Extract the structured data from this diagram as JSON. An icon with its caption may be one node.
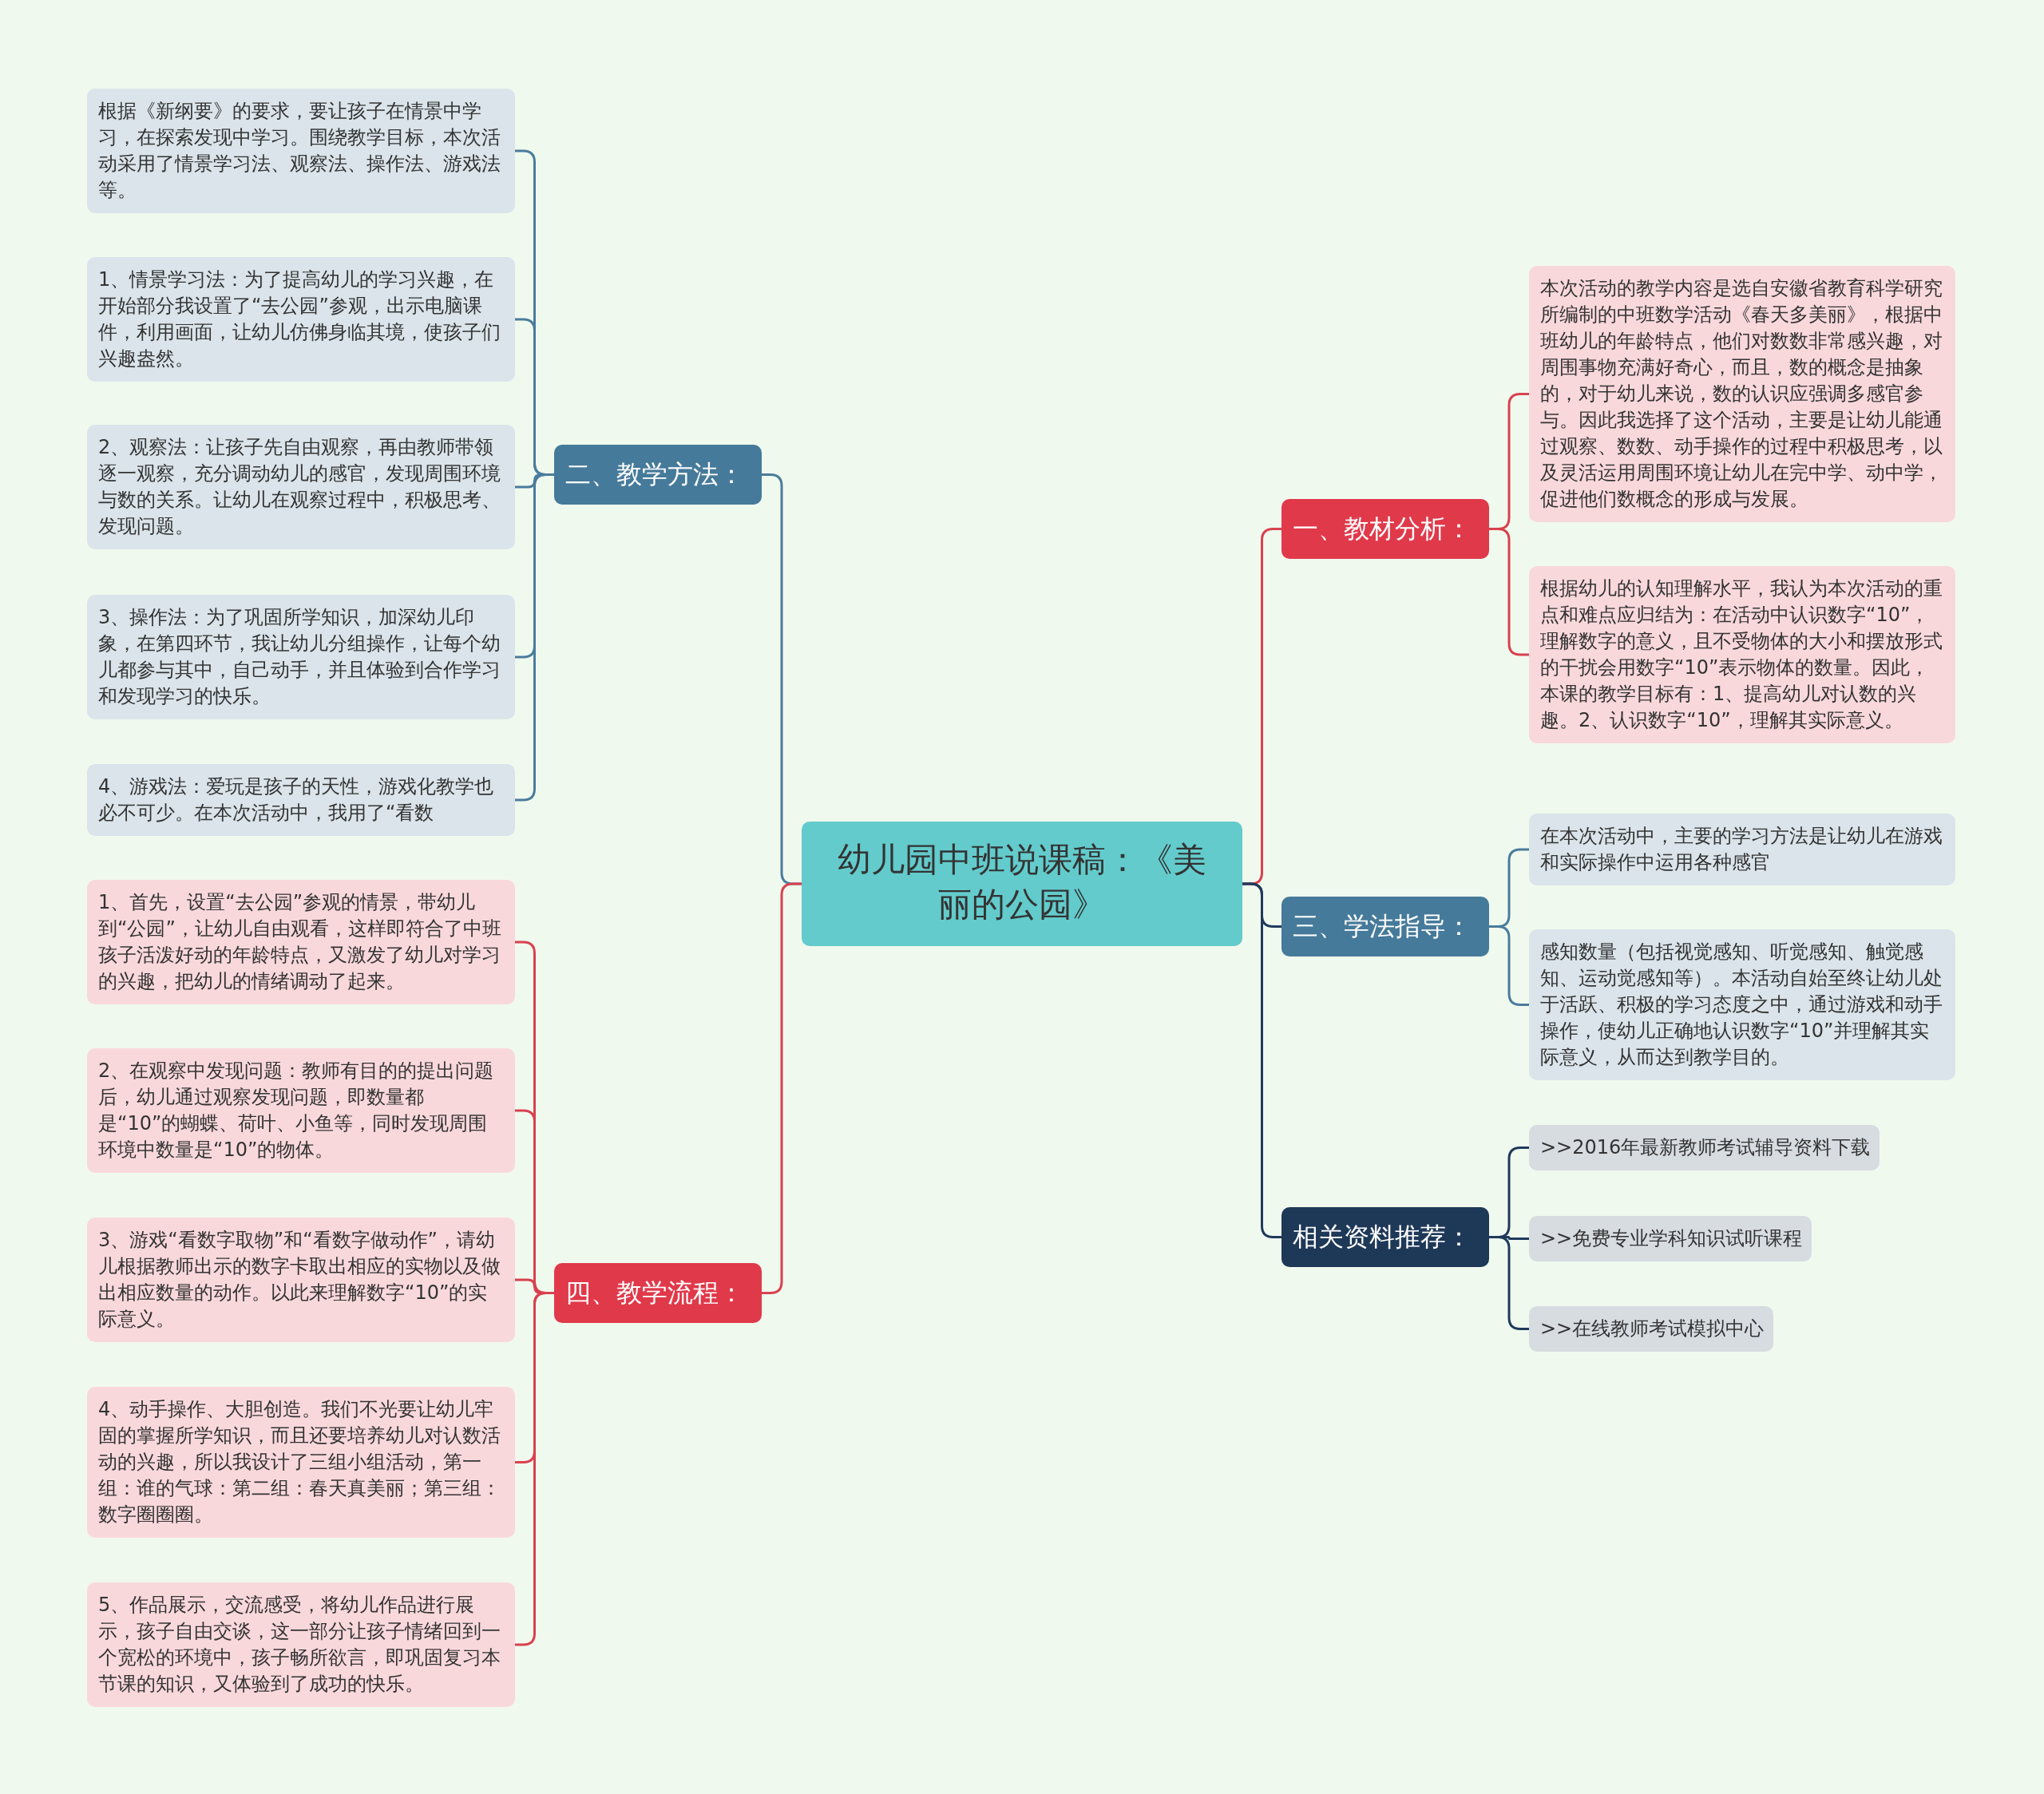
{
  "diagram": {
    "nodes": [
      {
        "text": [
          "幼儿园中班说课稿：《美丽的公园》"
        ]
      },
      {
        "text": [
          "二、教学方法："
        ]
      },
      {
        "text": [
          "根据《新纲要》的要求，要让孩子在情景中学习，在探索发现中学习。围绕教学目标，本次活动采用了情景学习法、观察法、操作法、游戏法等。"
        ]
      },
      {
        "text": [
          "1、情景学习法：为了提高幼儿的学习兴趣，在开始部分我设置了“去公园”参观，出示电脑课件，利用画面，让幼儿仿佛身临其境，使孩子们兴趣盎然。"
        ]
      },
      {
        "text": [
          "2、观察法：让孩子先自由观察，再由教师带领逐一观察，充分调动幼儿的感官，发现周围环境与数的关系。让幼儿在观察过程中，积极思考、发现问题。"
        ]
      },
      {
        "text": [
          "3、操作法：为了巩固所学知识，加深幼儿印象，在第四环节，我让幼儿分组操作，让每个幼儿都参与其中，自己动手，并且体验到合作学习和发现学习的快乐。"
        ]
      },
      {
        "text": [
          "4、游戏法：爱玩是孩子的天性，游戏化教学也必不可少。在本次活动中，我用了“看数"
        ]
      },
      {
        "text": [
          "四、教学流程："
        ]
      },
      {
        "text": [
          "1、首先，设置“去公园”参观的情景，带幼儿到“公园”，让幼儿自由观看，这样即符合了中班孩子活泼好动的年龄特点，又激发了幼儿对学习的兴趣，把幼儿的情绪调动了起来。"
        ]
      },
      {
        "text": [
          "2、在观察中发现问题：教师有目的的提出问题后，幼儿通过观察发现问题，即数量都是“10”的蝴蝶、荷叶、小鱼等，同时发现周围环境中数量是“10”的物体。"
        ]
      },
      {
        "text": [
          "3、游戏“看数字取物”和“看数字做动作”，请幼儿根据教师出示的数字卡取出相应的实物以及做出相应数量的动作。以此来理解数字“10”的实际意义。"
        ]
      },
      {
        "text": [
          "4、动手操作、大胆创造。我们不光要让幼儿牢固的掌握所学知识，而且还要培养幼儿对认数活动的兴趣，所以我设计了三组小组活动，第一组：谁的气球：第二组：春天真美丽；第三组：数字圈圈圈。"
        ]
      },
      {
        "text": [
          "5、作品展示，交流感受，将幼儿作品进行展示，孩子自由交谈，这一部分让孩子情绪回到一个宽松的环境中，孩子畅所欲言，即巩固复习本节课的知识，又体验到了成功的快乐。"
        ]
      },
      {
        "text": [
          "一、教材分析："
        ]
      },
      {
        "text": [
          "本次活动的教学内容是选自安徽省教育科学研究所编制的中班数学活动《春天多美丽》，根据中班幼儿的年龄特点，他们对数数非常感兴趣，对周围事物充满好奇心，而且，数的概念是抽象的，对于幼儿来说，数的认识应强调多感官参与。因此我选择了这个活动，主要是让幼儿能通过观察、数数、动手操作的过程中积极思考，以及灵活运用周围环境让幼儿在完中学、动中学，促进他们数概念的形成与发展。"
        ]
      },
      {
        "text": [
          "根据幼儿的认知理解水平，我认为本次活动的重点和难点应归结为：在活动中认识数字“10”，理解数字的意义，且不受物体的大小和摆放形式的干扰会用数字“10”表示物体的数量。因此，本课的教学目标有：1、提高幼儿对认数的兴趣。2、认识数字“10”，理解其实际意义。"
        ]
      },
      {
        "text": [
          "三、学法指导："
        ]
      },
      {
        "text": [
          "在本次活动中，主要的学习方法是让幼儿在游戏和实际操作中运用各种感官"
        ]
      },
      {
        "text": [
          "感知数量（包括视觉感知、听觉感知、触觉感知、运动觉感知等）。本活动自始至终让幼儿处于活跃、积极的学习态度之中，通过游戏和动手操作，使幼儿正确地认识数字“10”并理解其实际意义，从而达到教学目的。"
        ]
      },
      {
        "text": [
          "相关资料推荐："
        ]
      },
      {
        "text": [
          ">>2016年最新教师考试辅导资料下载"
        ]
      },
      {
        "text": [
          ">>免费专业学科知识试听课程"
        ]
      },
      {
        "text": [
          ">>在线教师考试模拟中心"
        ]
      }
    ],
    "edges": [
      {
        "from": 0,
        "to": 1,
        "arrow": "none",
        "color": "#4a7c9c"
      },
      {
        "from": 1,
        "to": 2,
        "arrow": "none",
        "color": "#4a7c9c"
      },
      {
        "from": 1,
        "to": 3,
        "arrow": "none",
        "color": "#4a7c9c"
      },
      {
        "from": 1,
        "to": 4,
        "arrow": "none",
        "color": "#4a7c9c"
      },
      {
        "from": 1,
        "to": 5,
        "arrow": "none",
        "color": "#4a7c9c"
      },
      {
        "from": 1,
        "to": 6,
        "arrow": "none",
        "color": "#4a7c9c"
      },
      {
        "from": 0,
        "to": 7,
        "arrow": "none",
        "color": "#d9414f"
      },
      {
        "from": 7,
        "to": 8,
        "arrow": "none",
        "color": "#d9414f"
      },
      {
        "from": 7,
        "to": 9,
        "arrow": "none",
        "color": "#d9414f"
      },
      {
        "from": 7,
        "to": 10,
        "arrow": "none",
        "color": "#d9414f"
      },
      {
        "from": 7,
        "to": 11,
        "arrow": "none",
        "color": "#d9414f"
      },
      {
        "from": 7,
        "to": 12,
        "arrow": "none",
        "color": "#d9414f"
      },
      {
        "from": 0,
        "to": 13,
        "arrow": "none",
        "color": "#d9414f"
      },
      {
        "from": 13,
        "to": 14,
        "arrow": "none",
        "color": "#d9414f"
      },
      {
        "from": 13,
        "to": 15,
        "arrow": "none",
        "color": "#d9414f"
      },
      {
        "from": 0,
        "to": 16,
        "arrow": "none",
        "color": "#1f3a5c"
      },
      {
        "from": 16,
        "to": 17,
        "arrow": "none",
        "color": "#4a7c9c"
      },
      {
        "from": 16,
        "to": 18,
        "arrow": "none",
        "color": "#4a7c9c"
      },
      {
        "from": 0,
        "to": 19,
        "arrow": "none",
        "color": "#1f3a5c"
      },
      {
        "from": 19,
        "to": 20,
        "arrow": "none",
        "color": "#1f3a5c"
      },
      {
        "from": 19,
        "to": 21,
        "arrow": "none",
        "color": "#1f3a5c"
      },
      {
        "from": 19,
        "to": 22,
        "arrow": "none",
        "color": "#1f3a5c"
      }
    ]
  }
}
